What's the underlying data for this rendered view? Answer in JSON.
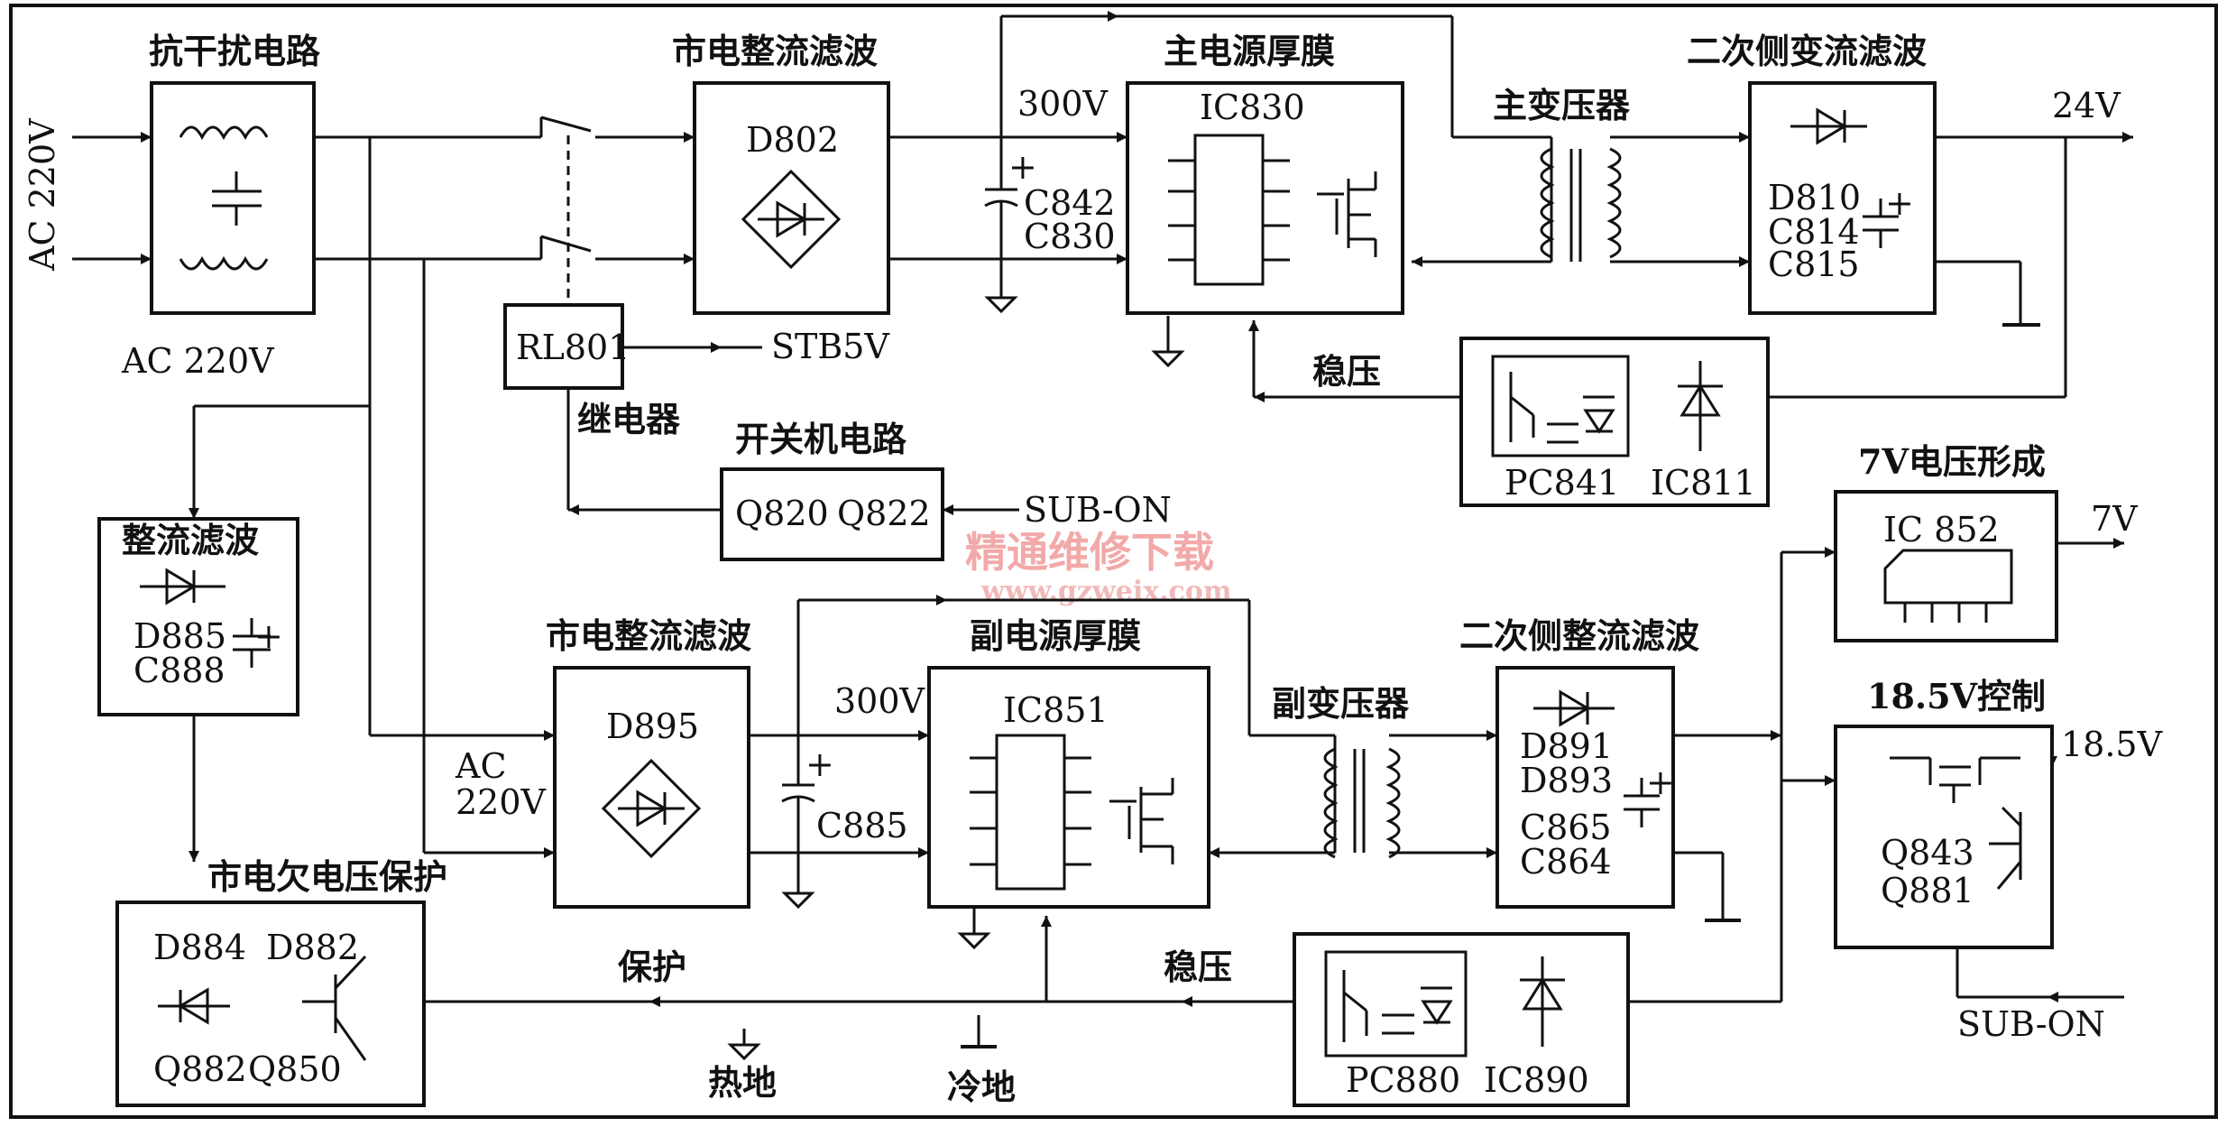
{
  "blocks": {
    "emi": {
      "title": "抗干扰电路"
    },
    "rect1": {
      "title": "市电整流滤波",
      "part": "D802"
    },
    "main_hybrid": {
      "title": "主电源厚膜",
      "part": "IC830"
    },
    "main_transformer": {
      "label": "主变压器"
    },
    "sec1": {
      "title": "二次侧变流滤波",
      "parts": [
        "D810",
        "C814",
        "C815"
      ]
    },
    "relay": {
      "part": "RL801",
      "label": "继电器",
      "signal": "STB5V"
    },
    "power_switch": {
      "title": "开关机电路",
      "parts": [
        "Q820",
        "Q822"
      ],
      "signal": "SUB-ON"
    },
    "opto1": {
      "parts": [
        "PC841",
        "IC811"
      ],
      "label": "稳压"
    },
    "aux_rect": {
      "title": "整流滤波",
      "parts": [
        "D885",
        "C888"
      ]
    },
    "rect2": {
      "title": "市电整流滤波",
      "part": "D895"
    },
    "aux_hybrid": {
      "title": "副电源厚膜",
      "part": "IC851"
    },
    "aux_transformer": {
      "label": "副变压器"
    },
    "sec2": {
      "title": "二次侧整流滤波",
      "parts": [
        "D891",
        "D893",
        "C865",
        "C864"
      ]
    },
    "v7": {
      "title": "7V电压形成",
      "part": "IC 852",
      "output": "7V"
    },
    "v185": {
      "title": "18.5V控制",
      "parts": [
        "Q843",
        "Q881"
      ],
      "output": "18.5V",
      "signal": "SUB-ON"
    },
    "undervoltage": {
      "title": "市电欠电压保护",
      "parts": [
        "D884",
        "D882",
        "Q882",
        "Q850"
      ]
    },
    "opto2": {
      "parts": [
        "PC880",
        "IC890"
      ],
      "label": "稳压"
    }
  },
  "labels": {
    "ac_input": "AC 220V",
    "ac_under_emi": "AC  220V",
    "ac2_line1": "AC",
    "ac2_line2": "220V",
    "v300_main": "300V",
    "cap_main_1": "C842",
    "cap_main_2": "C830",
    "out_24v": "24V",
    "v300_aux": "300V",
    "cap_aux": "C885",
    "protect": "保护",
    "hot_ground": "热地",
    "cold_ground": "冷地"
  },
  "watermark": {
    "line1": "精通维修下载",
    "line2": "www.gzweix.com"
  }
}
